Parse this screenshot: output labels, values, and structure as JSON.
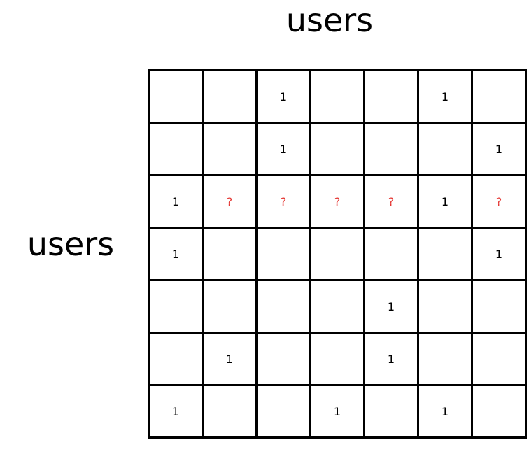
{
  "column_axis_label": "users",
  "row_axis_label": "users",
  "matrix": [
    [
      "",
      "",
      "1",
      "",
      "",
      "1",
      ""
    ],
    [
      "",
      "",
      "1",
      "",
      "",
      "",
      "1"
    ],
    [
      "1",
      "?",
      "?",
      "?",
      "?",
      "1",
      "?"
    ],
    [
      "1",
      "",
      "",
      "",
      "",
      "",
      "1"
    ],
    [
      "",
      "",
      "",
      "",
      "1",
      "",
      ""
    ],
    [
      "",
      "1",
      "",
      "",
      "1",
      "",
      ""
    ],
    [
      "1",
      "",
      "",
      "1",
      "",
      "1",
      ""
    ]
  ],
  "colors": {
    "grid_line": "#000000",
    "known_value": "#000000",
    "unknown_value": "#e53935"
  }
}
